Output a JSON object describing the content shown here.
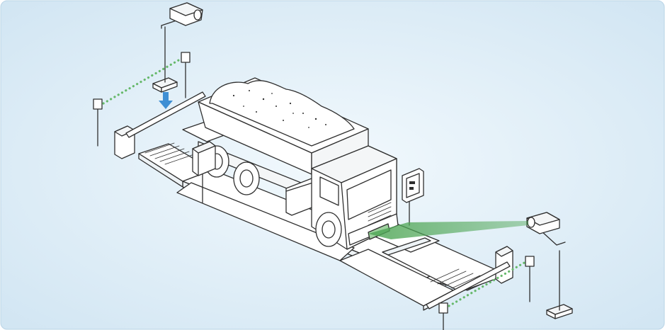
{
  "scene": {
    "subject": "truck-on-weighbridge",
    "components": [
      {
        "name": "entry-camera",
        "icon": "cctv-camera-icon"
      },
      {
        "name": "exit-camera",
        "icon": "cctv-camera-icon"
      },
      {
        "name": "entry-barrier",
        "icon": "boom-barrier-icon"
      },
      {
        "name": "exit-barrier",
        "icon": "boom-barrier-icon"
      },
      {
        "name": "entry-infrared-sensors",
        "icon": "sensor-post-icon"
      },
      {
        "name": "exit-infrared-sensors",
        "icon": "sensor-post-icon"
      },
      {
        "name": "weighing-platform",
        "icon": "platform-icon"
      },
      {
        "name": "dump-truck",
        "icon": "truck-icon"
      },
      {
        "name": "display-terminal",
        "icon": "display-box-icon"
      },
      {
        "name": "card-reader",
        "icon": "card-reader-icon"
      }
    ]
  },
  "colors": {
    "background_light": "#f2f9fd",
    "background_dark": "#cfe4f2",
    "line": "#2f2f2f",
    "fill": "#ffffff",
    "sensor_beam": "#66b86a",
    "camera_beam": "#4fa656",
    "arrow": "#3f8fd4"
  }
}
